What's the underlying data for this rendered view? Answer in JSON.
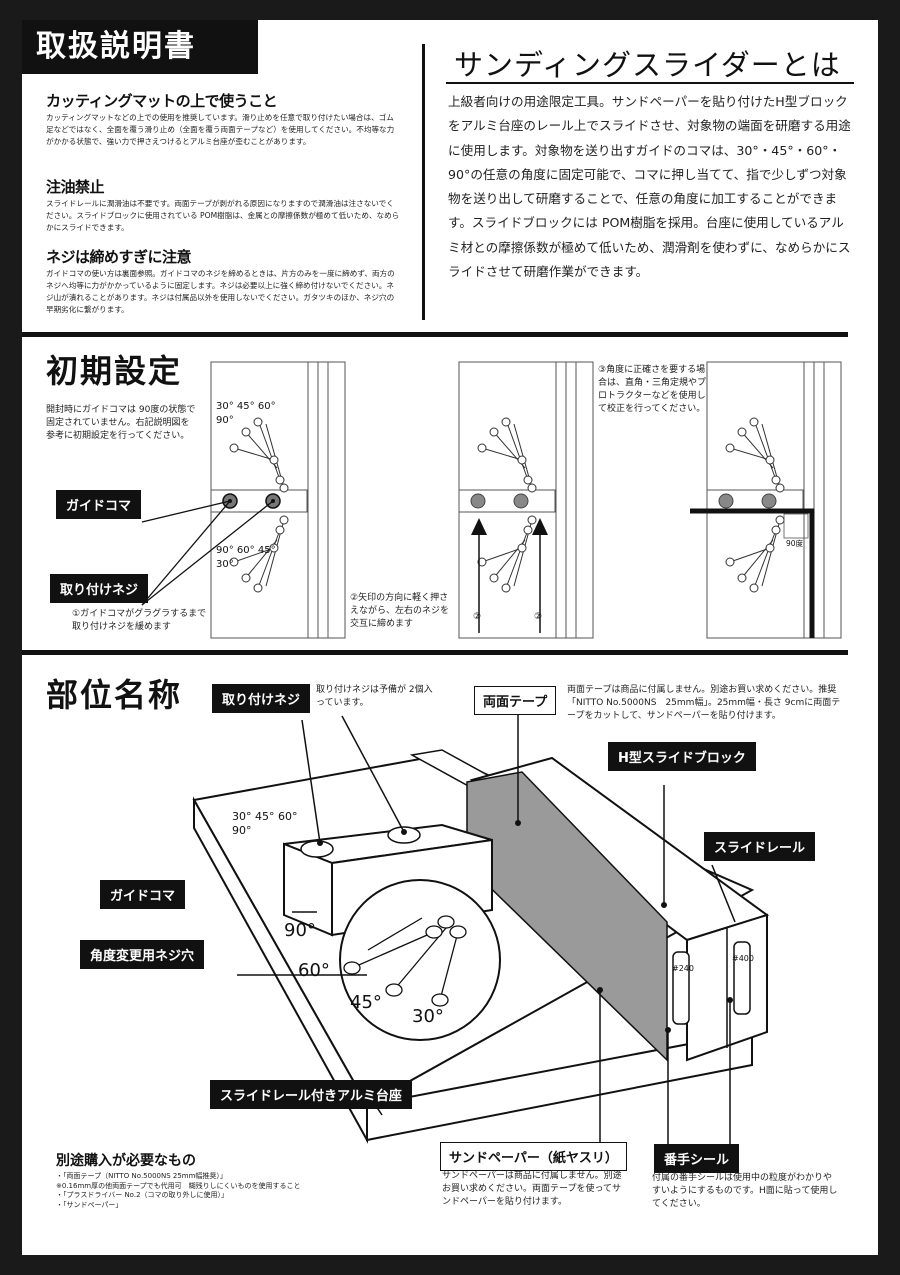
{
  "manual": {
    "title": "取扱説明書",
    "sections": [
      {
        "heading": "カッティングマットの上で使うこと",
        "body": "カッティングマットなどの上での使用を推奨しています。滑り止めを任意で取り付けたい場合は、ゴム足などではなく、全面を覆う滑り止め（全面を覆う両面テープなど）を使用してください。不均等な力がかかる状態で、強い力で押さえつけるとアルミ台座が歪むことがあります。"
      },
      {
        "heading": "注油禁止",
        "body": "スライドレールに潤滑油は不要です。両面テープが剥がれる原因になりますので潤滑油は注さないでください。スライドブロックに使用されている POM樹脂は、金属との摩擦係数が極めて低いため、なめらかにスライドできます。"
      },
      {
        "heading": "ネジは締めすぎに注意",
        "body": "ガイドコマの使い方は裏面参照。ガイドコマのネジを締めるときは、片方のみを一度に締めず、両方のネジへ均等に力がかかっているように固定します。ネジは必要以上に強く締め付けないでください。ネジ山が潰れることがあります。ネジは付属品以外を使用しないでください。ガタツキのほか、ネジ穴の早期劣化に繋がります。"
      }
    ]
  },
  "about": {
    "title": "サンディングスライダーとは",
    "body": "上級者向けの用途限定工具。サンドペーパーを貼り付けたH型ブロックをアルミ台座のレール上でスライドさせ、対象物の端面を研磨する用途に使用します。対象物を送り出すガイドのコマは、30°・45°・60°・90°の任意の角度に固定可能で、コマに押し当てて、指で少しずつ対象物を送り出して研磨することで、任意の角度に加工することができます。スライドブロックには POM樹脂を採用。台座に使用しているアルミ材との摩擦係数が極めて低いため、潤滑剤を使わずに、なめらかにスライドさせて研磨作業ができます。"
  },
  "setup": {
    "title": "初期設定",
    "intro": "開封時にガイドコマは 90度の状態で固定されていません。右記説明図を参考に初期設定を行ってください。",
    "label_guide": "ガイドコマ",
    "label_screw": "取り付けネジ",
    "step1": "①ガイドコマがグラグラするまで取り付けネジを緩めます",
    "step2": "②矢印の方向に軽く押さえながら、左右のネジを交互に締めます",
    "step3": "③角度に正確さを要する場合は、直角・三角定規やプロトラクターなどを使用して校正を行ってください。",
    "marker": "②",
    "angle_90": "90度",
    "angles_top": [
      "30°",
      "45°",
      "60°",
      "90°"
    ],
    "angles_bottom": [
      "90°",
      "60°",
      "45°",
      "30°"
    ]
  },
  "parts": {
    "title": "部位名称",
    "label_screw": "取り付けネジ",
    "note_screw": "取り付けネジは予備が 2個入っています。",
    "label_tape": "両面テープ",
    "note_tape": "両面テープは商品に付属しません。別途お買い求めください。推奨「NITTO No.5000NS　25mm幅」。25mm幅・長さ 9cmに両面テープをカットして、サンドペーパーを貼り付けます。",
    "label_hblock": "H型スライドブロック",
    "label_rail": "スライドレール",
    "label_guide": "ガイドコマ",
    "label_hole": "角度変更用ネジ穴",
    "label_base": "スライドレール付きアルミ台座",
    "label_paper": "サンドペーパー（紙ヤスリ）",
    "note_paper": "サンドペーパーは商品に付属しません。別途お買い求めください。両面テープを使ってサンドペーパーを貼り付けます。",
    "label_seal": "番手シール",
    "note_seal": "付属の番手シールは使用中の粒度がわかりやすいようにするものです。H面に貼って使用してください。",
    "angles": [
      "90°",
      "60°",
      "45°",
      "30°"
    ],
    "top_angles": [
      "30°",
      "45°",
      "60°",
      "90°"
    ],
    "grit_a": "#240",
    "grit_b": "#400"
  },
  "purchase": {
    "title": "別途購入が必要なもの",
    "items": [
      "・「両面テープ（NITTO No.5000NS 25mm幅推奨）」",
      "※0.16mm厚の他両面テープでも代用可　糊残りしにくいものを使用すること",
      "・「プラスドライバー No.2（コマの取り外しに使用）」",
      "・「サンドペーパー」"
    ]
  }
}
